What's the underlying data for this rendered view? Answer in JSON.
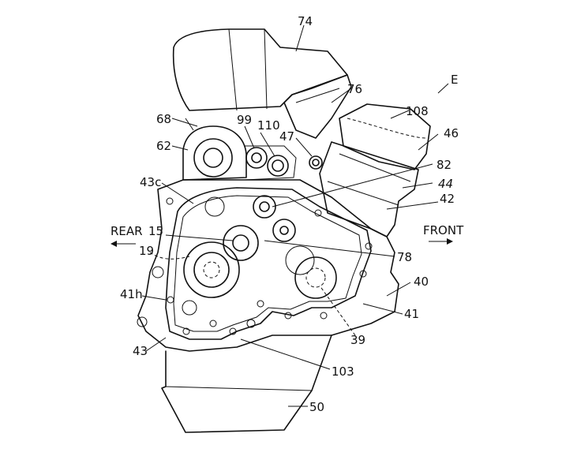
{
  "labels": {
    "l74": "74",
    "l76": "76",
    "lE": "E",
    "l108": "108",
    "l46": "46",
    "l68": "68",
    "l99": "99",
    "l110": "110",
    "l47": "47",
    "l62": "62",
    "l82": "82",
    "l43c": "43c",
    "l44": "44",
    "l42": "42",
    "rear": "REAR",
    "l15": "15",
    "front": "FRONT",
    "l19": "19",
    "l78": "78",
    "l40": "40",
    "l41h": "41h",
    "l41": "41",
    "l39": "39",
    "l43": "43",
    "l103": "103",
    "l50": "50"
  },
  "colors": {
    "ink": "#111111",
    "paper": "#ffffff"
  }
}
